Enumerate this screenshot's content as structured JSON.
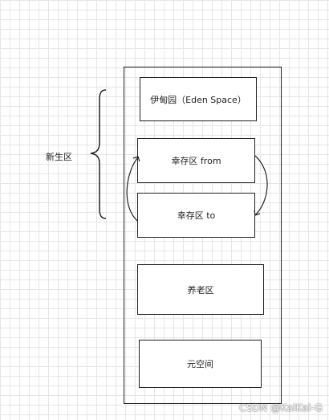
{
  "diagram": {
    "young_generation_label": "新生区",
    "regions": {
      "eden": "伊甸园（Eden Space）",
      "survivor_from": "幸存区 from",
      "survivor_to": "幸存区  to",
      "old_generation": "养老区",
      "metaspace": "元空间"
    }
  },
  "watermark": "CSDN @KaiKai-G"
}
